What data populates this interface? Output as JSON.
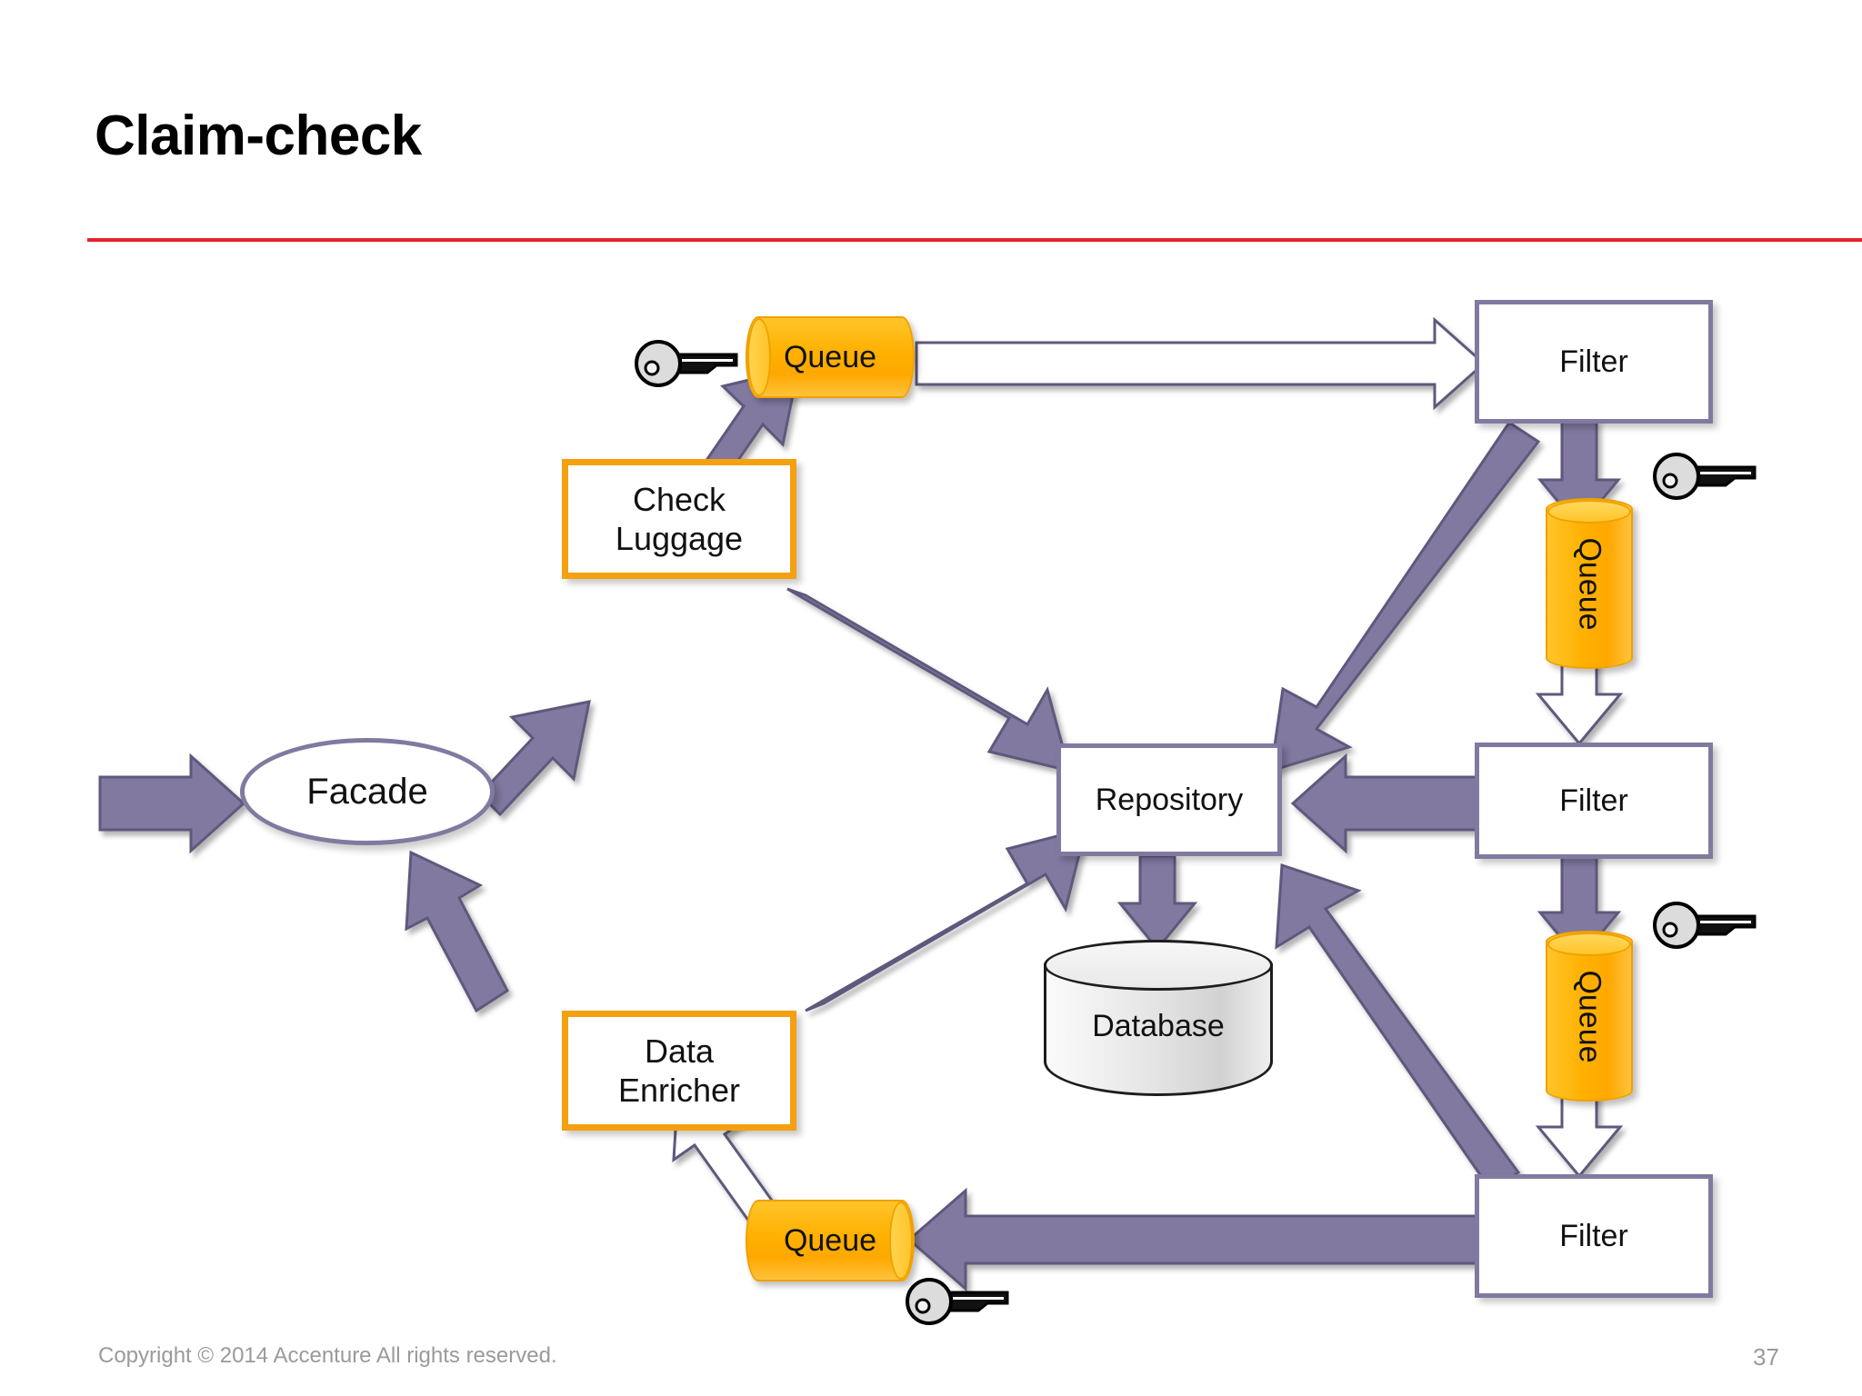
{
  "slide": {
    "title": "Claim-check",
    "rule_color": "#e8202a",
    "background": "#ffffff"
  },
  "footer": {
    "copyright": "Copyright © 2014 Accenture  All rights reserved.",
    "page_number": "37"
  },
  "palette": {
    "purple_fill": "#8279a0",
    "purple_border": "#60587c",
    "orange_border": "#f4a010",
    "queue_fill": "#ffb000",
    "queue_cap": "#ffd34f",
    "database_fill": "#e6e6e6",
    "node_text": "#111111",
    "footer_text": "#9a9a9a"
  },
  "diagram": {
    "type": "flow-diagram",
    "pattern_name": "Claim-check",
    "nodes": [
      {
        "id": "facade",
        "label": "Facade",
        "shape": "ellipse",
        "style": "purple-outline"
      },
      {
        "id": "check-luggage",
        "label": "Check\nLuggage",
        "shape": "rectangle",
        "style": "orange-outline",
        "line1": "Check",
        "line2": "Luggage"
      },
      {
        "id": "data-enricher",
        "label": "Data\nEnricher",
        "shape": "rectangle",
        "style": "orange-outline",
        "line1": "Data",
        "line2": "Enricher"
      },
      {
        "id": "repository",
        "label": "Repository",
        "shape": "rectangle",
        "style": "purple-outline"
      },
      {
        "id": "database",
        "label": "Database",
        "shape": "cylinder-3d",
        "style": "gray-gradient"
      },
      {
        "id": "queue-top",
        "label": "Queue",
        "shape": "cylinder-horizontal",
        "style": "orange",
        "cap_side": "left"
      },
      {
        "id": "queue-right-1",
        "label": "Queue",
        "shape": "cylinder-vertical",
        "style": "orange"
      },
      {
        "id": "queue-right-2",
        "label": "Queue",
        "shape": "cylinder-vertical",
        "style": "orange"
      },
      {
        "id": "queue-bottom",
        "label": "Queue",
        "shape": "cylinder-horizontal",
        "style": "orange",
        "cap_side": "right"
      },
      {
        "id": "filter-1",
        "label": "Filter",
        "shape": "rectangle",
        "style": "purple-outline"
      },
      {
        "id": "filter-2",
        "label": "Filter",
        "shape": "rectangle",
        "style": "purple-outline"
      },
      {
        "id": "filter-3",
        "label": "Filter",
        "shape": "rectangle",
        "style": "purple-outline"
      }
    ],
    "key_icons": [
      {
        "id": "key-queue-top",
        "near": "queue-top",
        "name": "key-icon"
      },
      {
        "id": "key-queue-right-1",
        "near": "queue-right-1",
        "name": "key-icon"
      },
      {
        "id": "key-queue-right-2",
        "near": "queue-right-2",
        "name": "key-icon"
      },
      {
        "id": "key-queue-bottom",
        "near": "queue-bottom",
        "name": "key-icon"
      }
    ],
    "edges": [
      {
        "from": "input",
        "to": "facade",
        "style": "solid-purple"
      },
      {
        "from": "facade",
        "to": "check-luggage",
        "style": "solid-purple"
      },
      {
        "from": "check-luggage",
        "to": "queue-top",
        "style": "solid-purple"
      },
      {
        "from": "check-luggage",
        "to": "repository",
        "style": "solid-purple"
      },
      {
        "from": "queue-top",
        "to": "filter-1",
        "style": "hollow-white"
      },
      {
        "from": "filter-1",
        "to": "repository",
        "style": "solid-purple"
      },
      {
        "from": "filter-1",
        "to": "queue-right-1",
        "style": "solid-purple"
      },
      {
        "from": "queue-right-1",
        "to": "filter-2",
        "style": "hollow-white"
      },
      {
        "from": "filter-2",
        "to": "repository",
        "style": "solid-purple"
      },
      {
        "from": "filter-2",
        "to": "queue-right-2",
        "style": "solid-purple"
      },
      {
        "from": "queue-right-2",
        "to": "filter-3",
        "style": "hollow-white"
      },
      {
        "from": "filter-3",
        "to": "repository",
        "style": "solid-purple"
      },
      {
        "from": "filter-3",
        "to": "queue-bottom",
        "style": "solid-purple"
      },
      {
        "from": "queue-bottom",
        "to": "data-enricher",
        "style": "hollow-white"
      },
      {
        "from": "data-enricher",
        "to": "repository",
        "style": "solid-purple"
      },
      {
        "from": "data-enricher",
        "to": "facade",
        "style": "solid-purple"
      },
      {
        "from": "repository",
        "to": "database",
        "style": "solid-purple"
      }
    ]
  }
}
